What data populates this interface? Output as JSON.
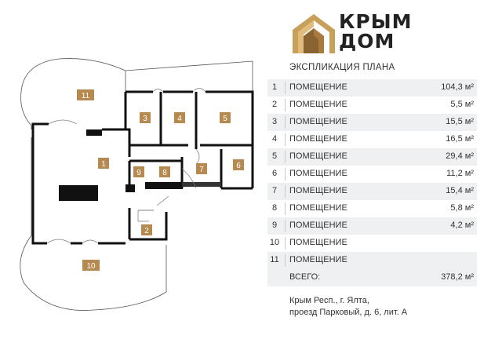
{
  "logo": {
    "line1": "КРЫМ",
    "line2": "ДОМ"
  },
  "explication_title": "ЭКСПЛИКАЦИЯ ПЛАНА",
  "rooms": [
    {
      "num": "1",
      "name": "ПОМЕЩЕНИЕ",
      "area": "104,3 м²"
    },
    {
      "num": "2",
      "name": "ПОМЕЩЕНИЕ",
      "area": "5,5 м²"
    },
    {
      "num": "3",
      "name": "ПОМЕЩЕНИЕ",
      "area": "15,5 м²"
    },
    {
      "num": "4",
      "name": "ПОМЕЩЕНИЕ",
      "area": "16,5 м²"
    },
    {
      "num": "5",
      "name": "ПОМЕЩЕНИЕ",
      "area": "29,4 м²"
    },
    {
      "num": "6",
      "name": "ПОМЕЩЕНИЕ",
      "area": "11,2 м²"
    },
    {
      "num": "7",
      "name": "ПОМЕЩЕНИЕ",
      "area": "15,4 м²"
    },
    {
      "num": "8",
      "name": "ПОМЕЩЕНИЕ",
      "area": "5,8 м²"
    },
    {
      "num": "9",
      "name": "ПОМЕЩЕНИЕ",
      "area": "4,2 м²"
    },
    {
      "num": "10",
      "name": "ПОМЕЩЕНИЕ",
      "area": ""
    },
    {
      "num": "11",
      "name": "ПОМЕЩЕНИЕ",
      "area": ""
    }
  ],
  "total": {
    "label": "ВСЕГО:",
    "area": "378,2 м²"
  },
  "address": {
    "line1": "Крым Респ., г. Ялта,",
    "line2": "проезд Парковый, д. 6, лит. А"
  },
  "plan_labels": {
    "r1": "1",
    "r2": "2",
    "r3": "3",
    "r4": "4",
    "r5": "5",
    "r6": "6",
    "r7": "7",
    "r8": "8",
    "r9": "9",
    "r10": "10",
    "r11": "11"
  },
  "colors": {
    "badge": "#b5894f",
    "gold_light": "#d7b171",
    "gold_dark": "#8a6430",
    "wall": "#111111"
  }
}
